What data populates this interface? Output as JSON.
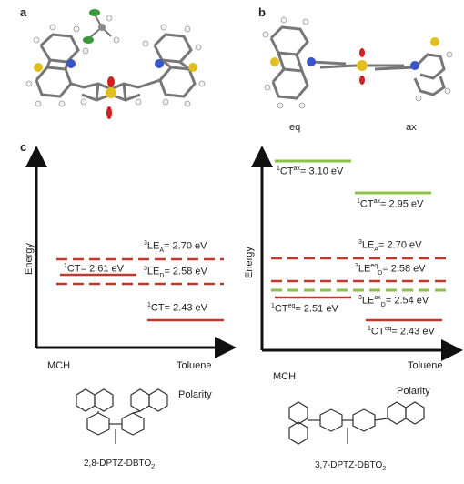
{
  "panels": {
    "a": "a",
    "b": "b",
    "c": "c"
  },
  "panel_b_labels": {
    "eq": "eq",
    "ax": "ax"
  },
  "colors": {
    "red_level": "#c0392b",
    "dashed_red": "#c0392b",
    "green_level": "#8bc34a",
    "axis": "#111111",
    "sulfur": "#e0c020",
    "nitrogen": "#3a55c8",
    "oxygen": "#d02020",
    "chlorine": "#3c9a3c",
    "carbon": "#8a8a8a"
  },
  "left_diagram": {
    "ylabel": "Energy",
    "x_left": "MCH",
    "x_right": "Toluene",
    "polarity": "Polarity",
    "levels": {
      "le_a": "2.70 eV",
      "le_d": "2.58 eV",
      "ct_mch": "2.61 eV",
      "ct_tol": "2.43 eV"
    },
    "molecule": "2,8-DPTZ-DBTO2"
  },
  "right_diagram": {
    "ylabel": "Energy",
    "x_left": "MCH",
    "x_right": "Toluene",
    "polarity": "Polarity",
    "levels": {
      "ct_ax_mch": "3.10 eV",
      "ct_ax_tol": "2.95 eV",
      "le_a": "2.70 eV",
      "le_eq_d": "2.58 eV",
      "le_ax_d": "2.54 eV",
      "ct_eq_mch": "2.51 eV",
      "ct_eq_tol": "2.43 eV"
    },
    "molecule": "3,7-DPTZ-DBTO2"
  }
}
